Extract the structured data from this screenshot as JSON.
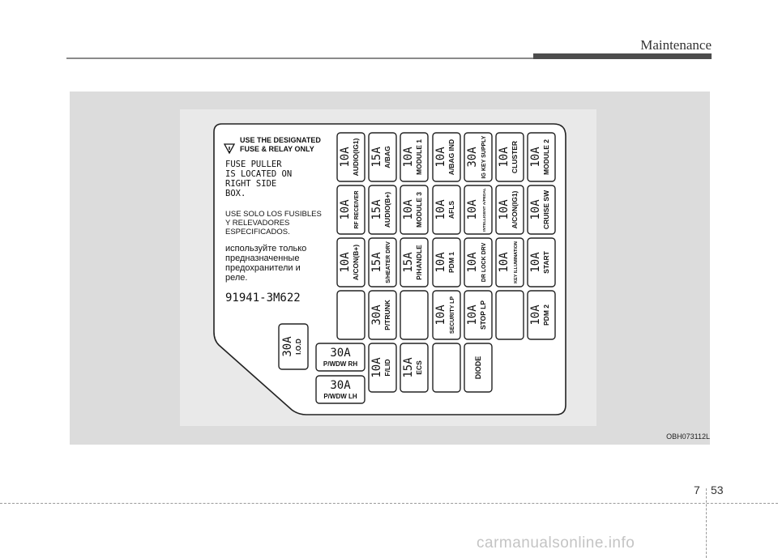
{
  "header": {
    "section_title": "Maintenance"
  },
  "figure": {
    "code": "OBH073112L",
    "warning": [
      "USE THE DESIGNATED",
      "FUSE & RELAY ONLY"
    ],
    "puller_note": [
      "FUSE PULLER",
      "IS LOCATED ON",
      "RIGHT SIDE",
      "BOX."
    ],
    "spanish_note": [
      "USE SOLO LOS FUSIBLES",
      "Y RELEVADORES",
      "ESPECIFICADOS."
    ],
    "russian_note": [
      "используйте только",
      "предназначенные",
      "предохранители и",
      "реле."
    ],
    "part_number": "91941-3M622",
    "fuses": [
      {
        "id": "c1r1",
        "amp": "10A",
        "name": "AUDIO(IG1)"
      },
      {
        "id": "c1r2",
        "amp": "10A",
        "name": "RF RECEIVER"
      },
      {
        "id": "c1r3",
        "amp": "10A",
        "name": "A/CON(B+)"
      },
      {
        "id": "c2r1",
        "amp": "15A",
        "name": "A/BAG"
      },
      {
        "id": "c2r2",
        "amp": "15A",
        "name": "AUDIO(B+)"
      },
      {
        "id": "c2r3",
        "amp": "15A",
        "name": "S/HEATER DRV"
      },
      {
        "id": "c2r4",
        "amp": "30A",
        "name": "P/TRUNK"
      },
      {
        "id": "c2r5",
        "amp": "10A",
        "name": "F/LID"
      },
      {
        "id": "c3r1",
        "amp": "10A",
        "name": "MODULE 1"
      },
      {
        "id": "c3r2",
        "amp": "10A",
        "name": "MODULE 3"
      },
      {
        "id": "c3r3",
        "amp": "15A",
        "name": "P/HANDLE"
      },
      {
        "id": "c3r5",
        "amp": "15A",
        "name": "ECS"
      },
      {
        "id": "c4r1",
        "amp": "10A",
        "name": "A/BAG IND"
      },
      {
        "id": "c4r2",
        "amp": "10A",
        "name": "AFLS"
      },
      {
        "id": "c4r3",
        "amp": "10A",
        "name": "PDM 1"
      },
      {
        "id": "c4r4",
        "amp": "10A",
        "name": "SECURITY LP"
      },
      {
        "id": "c5r1",
        "amp": "30A",
        "name": "IG KEY SUPPLY"
      },
      {
        "id": "c5r2",
        "amp": "10A",
        "name": "INTELLIGENT A/PEDAL"
      },
      {
        "id": "c5r3",
        "amp": "10A",
        "name": "DR LOCK DRV"
      },
      {
        "id": "c5r4",
        "amp": "10A",
        "name": "STOP LP"
      },
      {
        "id": "c6r1",
        "amp": "10A",
        "name": "CLUSTER"
      },
      {
        "id": "c6r2",
        "amp": "10A",
        "name": "A/CON(IG1)"
      },
      {
        "id": "c6r3",
        "amp": "10A",
        "name": "KEY ILLUMINATION"
      },
      {
        "id": "c7r1",
        "amp": "10A",
        "name": "MODULE 2"
      },
      {
        "id": "c7r2",
        "amp": "10A",
        "name": "CRUISE SW"
      },
      {
        "id": "c7r3",
        "amp": "10A",
        "name": "START"
      },
      {
        "id": "c7r4",
        "amp": "10A",
        "name": "PDM 2"
      }
    ],
    "diode_label": "DIODE",
    "big_fuses": [
      {
        "id": "iod",
        "amp": "30A",
        "name": "I.O.D"
      },
      {
        "id": "pwrh",
        "amp": "30A",
        "name": "P/WDW RH"
      },
      {
        "id": "pwlh",
        "amp": "30A",
        "name": "P/WDW LH"
      }
    ]
  },
  "page": {
    "chapter": "7",
    "number": "53"
  },
  "watermark": "carmanualsonline.info"
}
